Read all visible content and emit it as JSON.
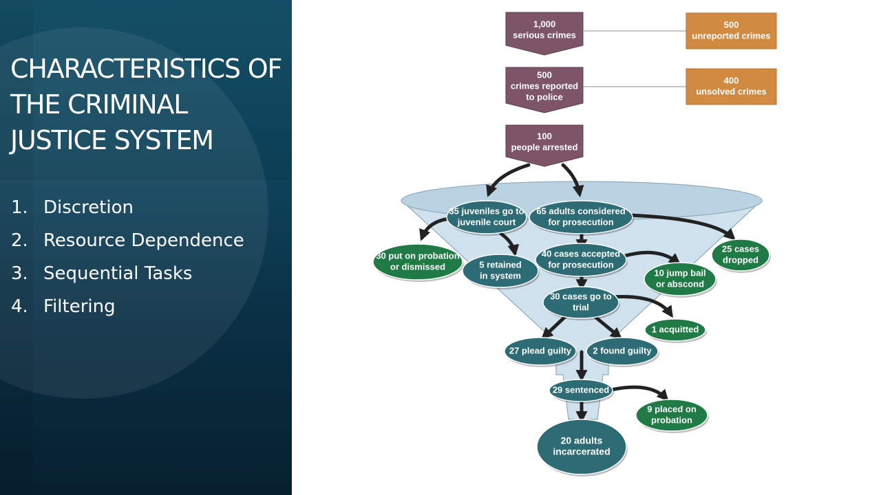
{
  "slide": {
    "title": "CHARACTERISTICS OF THE CRIMINAL JUSTICE SYSTEM",
    "points": [
      {
        "number": "1.",
        "label": "Discretion"
      },
      {
        "number": "2.",
        "label": "Resource Dependence"
      },
      {
        "number": "3.",
        "label": "Sequential Tasks"
      },
      {
        "number": "4.",
        "label": "Filtering"
      }
    ]
  },
  "diagram": {
    "colors": {
      "purple": "#7d5468",
      "orange": "#d18a42",
      "teal": "#2d6b75",
      "green": "#1f7a45",
      "funnel": "#cfe1ec",
      "arrow": "#222222"
    },
    "boxes": {
      "serious_crimes": [
        "1,000",
        "serious crimes"
      ],
      "reported": [
        "500",
        "crimes reported",
        "to police"
      ],
      "arrested": [
        "100",
        "people arrested"
      ],
      "unreported": [
        "500",
        "unreported crimes"
      ],
      "unsolved": [
        "400",
        "unsolved crimes"
      ]
    },
    "nodes": {
      "juveniles": [
        "35 juveniles go to",
        "juvenile court"
      ],
      "adults": [
        "65 adults considered",
        "for prosecution"
      ],
      "probation_dismissed": [
        "30 put on probation",
        "or dismissed"
      ],
      "retained": [
        "5 retained",
        "in system"
      ],
      "accepted": [
        "40 cases accepted",
        "for prosecution"
      ],
      "dropped": [
        "25 cases",
        "dropped"
      ],
      "bail": [
        "10 jump bail",
        "or abscond"
      ],
      "trial": [
        "30 cases go to",
        "trial"
      ],
      "acquitted": [
        "1 acquitted"
      ],
      "plead_guilty": [
        "27 plead guilty"
      ],
      "found_guilty": [
        "2 found guilty"
      ],
      "sentenced": [
        "29 sentenced"
      ],
      "probation": [
        "9 placed on",
        "probation"
      ],
      "incarcerated": [
        "20 adults",
        "incarcerated"
      ]
    }
  }
}
